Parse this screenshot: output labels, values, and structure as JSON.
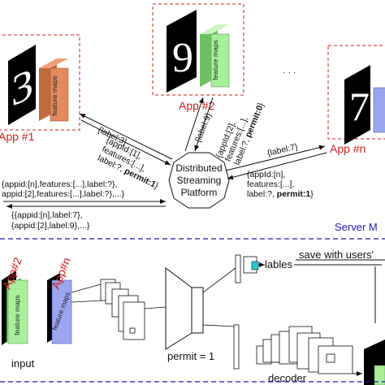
{
  "apps": {
    "app1": "App #1",
    "app2": "App #2",
    "appn": "App #n",
    "ellipsis": "· · ·"
  },
  "feature_maps": "feature maps",
  "platform": [
    "Distributed",
    "Streaming",
    "Platform"
  ],
  "messages": {
    "label3": "{label:3}",
    "label9": "{label:9}",
    "label7": "{label:7}",
    "app1_send": [
      "{appId:[1],",
      "features:[...],",
      "label:?, "
    ],
    "app1_permit": "permit:1",
    "app1_close": "}",
    "app2_send": [
      "{appId:[2],",
      "features:[...],",
      "label:?, "
    ],
    "app2_permit": "permit:0",
    "app2_close": "}",
    "appn_send": [
      "{appId:[n],",
      "features:[...],",
      "label:?, "
    ],
    "appn_permit": "permit:1",
    "appn_close": "}",
    "batch_in": [
      "{appid:[n],features:[...],label:?},",
      "appid:[2],features:[...],label:?},...}"
    ],
    "batch_out": [
      "{{appid:[n],label:7},",
      "{appid:[2],label:9},...}"
    ]
  },
  "server_label": "Server M",
  "bottom": {
    "app2": "App#2",
    "appn": "App#n",
    "input": "input",
    "lables": "lables",
    "save_with_users": "save with users'",
    "permit": "permit = 1",
    "decoder": "decoder",
    "feature_maps": "feature maps"
  },
  "colors": {
    "app_border": "#d0201e",
    "orange_maps": "#e48a5c",
    "green_maps": "#a7ef9b",
    "blue_maps": "#9aa6ef",
    "server_line": "#1b1bb0"
  }
}
